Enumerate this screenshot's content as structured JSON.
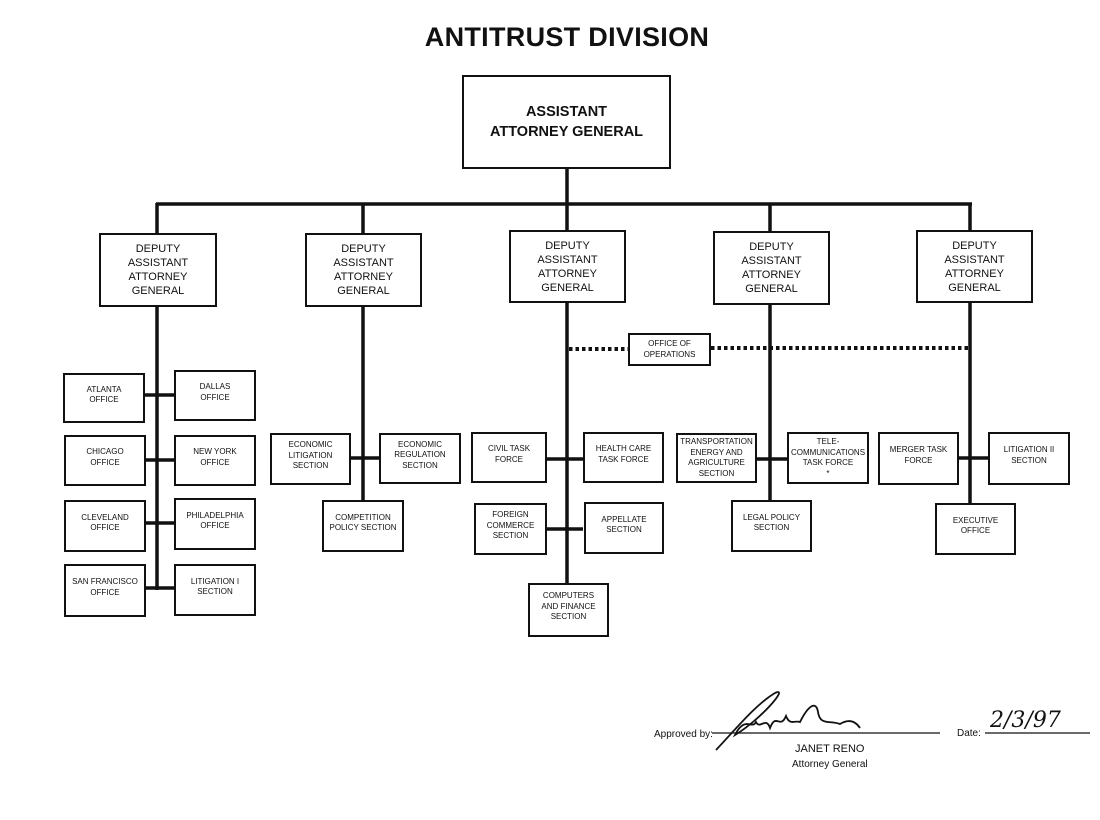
{
  "title": "ANTITRUST DIVISION",
  "head": "ASSISTANT\nATTORNEY GENERAL",
  "deputies": [
    "DEPUTY\nASSISTANT\nATTORNEY\nGENERAL",
    "DEPUTY\nASSISTANT\nATTORNEY\nGENERAL",
    "DEPUTY\nASSISTANT\nATTORNEY\nGENERAL",
    "DEPUTY\nASSISTANT\nATTORNEY\nGENERAL",
    "DEPUTY\nASSISTANT\nATTORNEY\nGENERAL"
  ],
  "office_of_operations": "OFFICE OF\nOPERATIONS",
  "units": {
    "atlanta": "ATLANTA\nOFFICE",
    "dallas": "DALLAS\nOFFICE",
    "chicago": "CHICAGO\nOFFICE",
    "new_york": "NEW YORK\nOFFICE",
    "cleveland": "CLEVELAND\nOFFICE",
    "philadelphia": "PHILADELPHIA\nOFFICE",
    "san_francisco": "SAN FRANCISCO\nOFFICE",
    "litigation_1": "LITIGATION I\nSECTION",
    "economic_litigation": "ECONOMIC\nLITIGATION\nSECTION",
    "economic_regulation": "ECONOMIC\nREGULATION\nSECTION",
    "competition_policy": "COMPETITION\nPOLICY SECTION",
    "civil_task_force": "CIVIL TASK\nFORCE",
    "health_care": "HEALTH CARE\nTASK FORCE",
    "foreign_commerce": "FOREIGN\nCOMMERCE\nSECTION",
    "appellate": "APPELLATE\nSECTION",
    "computers_finance": "COMPUTERS\nAND FINANCE\nSECTION",
    "transportation": "TRANSPORTATION\nENERGY AND\nAGRICULTURE\nSECTION",
    "telecommunications": "TELE-\nCOMMUNICATIONS\nTASK FORCE\n*",
    "legal_policy": "LEGAL POLICY\nSECTION",
    "merger_task_force": "MERGER TASK\nFORCE",
    "litigation_2": "LITIGATION II\nSECTION",
    "executive_office": "EXECUTIVE\nOFFICE"
  },
  "approval": {
    "approved_by_label": "Approved by:",
    "name": "JANET RENO",
    "position": "Attorney General",
    "date_label": "Date:",
    "date": "2/3/97"
  }
}
